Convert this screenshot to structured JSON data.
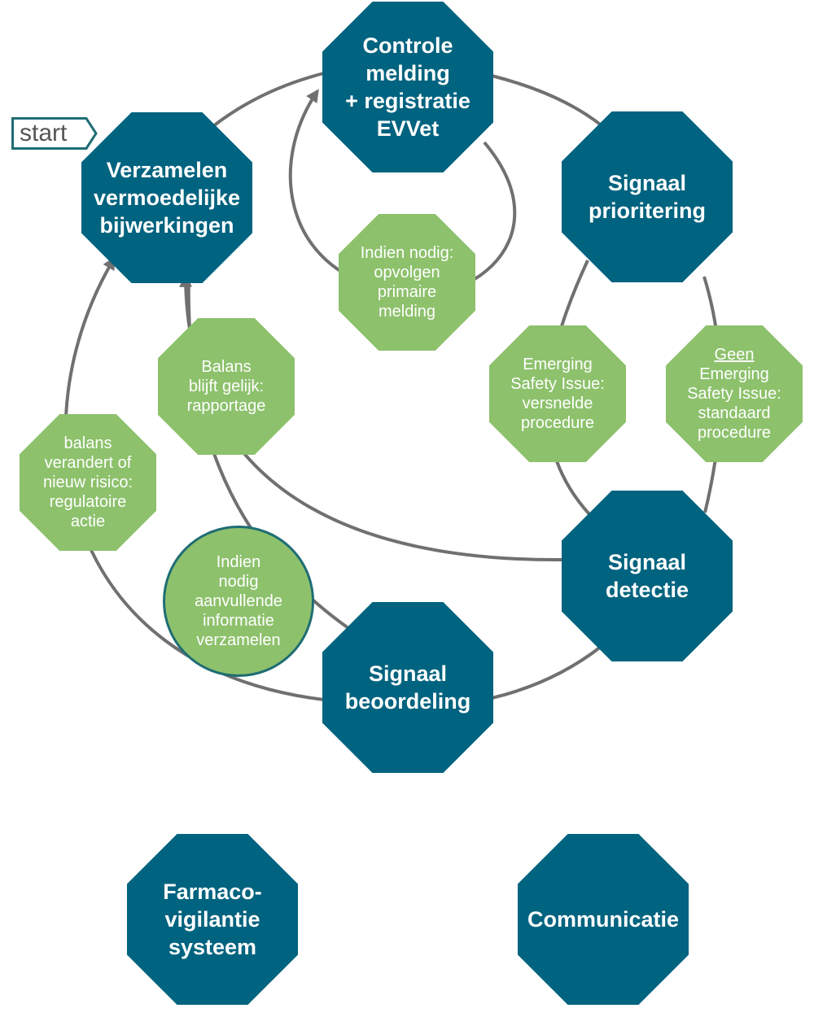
{
  "start_label": "start",
  "colors": {
    "node_blue": "#00637f",
    "node_green": "#8dc16c",
    "ring_border": "#1f6d74",
    "arrow_gray": "#707070"
  },
  "nodes": {
    "verzamelen": "Verzamelen\nvermoedelijke\nbijwerkingen",
    "controle": "Controle\nmelding\n+ registratie\nEVVet",
    "prioritering": "Signaal\nprioritering",
    "detectie": "Signaal\ndetectie",
    "beoordeling": "Signaal\nbeoordeling",
    "farmaco": "Farmaco-\nvigilantie\nsysteem",
    "communicatie": "Communicatie"
  },
  "outcomes": {
    "opvolgen": "Indien nodig:\nopvolgen\nprimaire\nmelding",
    "emerging": "Emerging\nSafety Issue:\nversnelde\nprocedure",
    "geen_prefix": "Geen",
    "geen_rest": "Emerging\nSafety Issue:\nstandaard\nprocedure",
    "balans_gelijk": "Balans\nblijft gelijk:\nrapportage",
    "balans_verandert": "balans\nverandert of\nnieuw risico:\nregulatoire\nactie",
    "aanvullende": "Indien\nnodig\naanvullende\ninformatie\nverzamelen"
  }
}
